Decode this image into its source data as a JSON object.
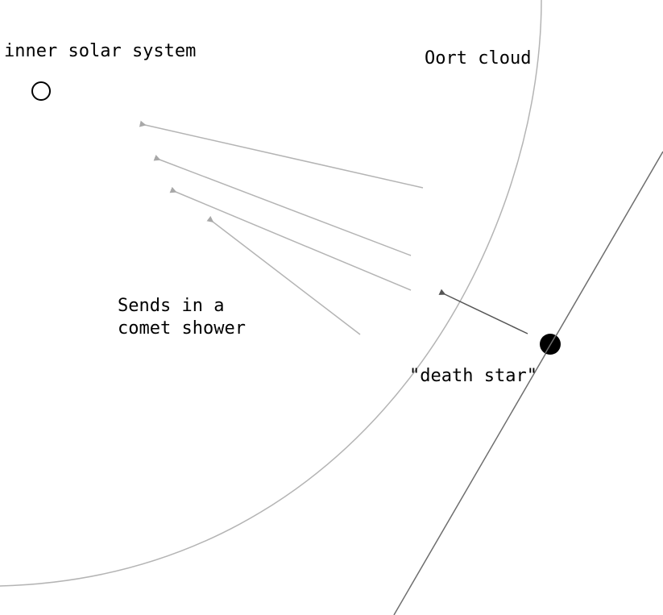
{
  "labels": {
    "inner_solar_system": "inner solar system",
    "oort_cloud": "Oort cloud",
    "comet_shower_line1": "Sends in a",
    "comet_shower_line2": "comet shower",
    "death_star": "\"death star\""
  },
  "colors": {
    "background": "#ffffff",
    "oort_boundary": "#b4b4b4",
    "comet_arrows": "#b4b4b4",
    "star_path": "#6e6e6e",
    "push_arrow": "#555555",
    "death_star_fill": "#000000",
    "text": "#000000"
  },
  "icons": {
    "inner_solar_system_marker": "hollow-circle",
    "death_star_marker": "filled-circle"
  }
}
